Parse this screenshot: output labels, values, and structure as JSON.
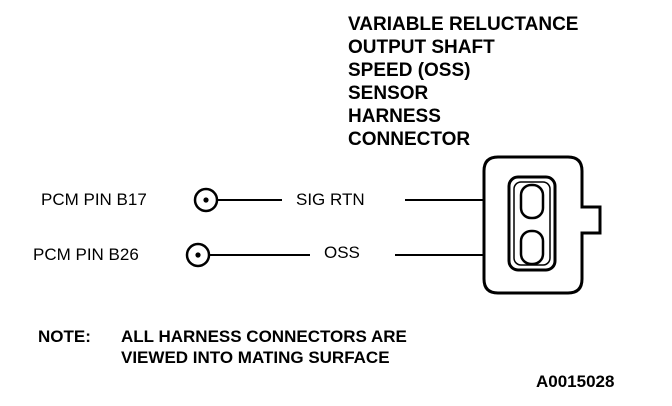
{
  "title_lines": [
    "VARIABLE RELUCTANCE",
    "OUTPUT SHAFT",
    "SPEED (OSS)",
    "SENSOR",
    "HARNESS",
    "CONNECTOR"
  ],
  "pins": [
    {
      "pin_label": "PCM PIN B17",
      "signal": "SIG RTN"
    },
    {
      "pin_label": "PCM PIN B26",
      "signal": "OSS"
    }
  ],
  "note": {
    "prefix": "NOTE:",
    "line1": "ALL HARNESS CONNECTORS ARE",
    "line2": "VIEWED INTO MATING SURFACE"
  },
  "figure_id": "A0015028"
}
